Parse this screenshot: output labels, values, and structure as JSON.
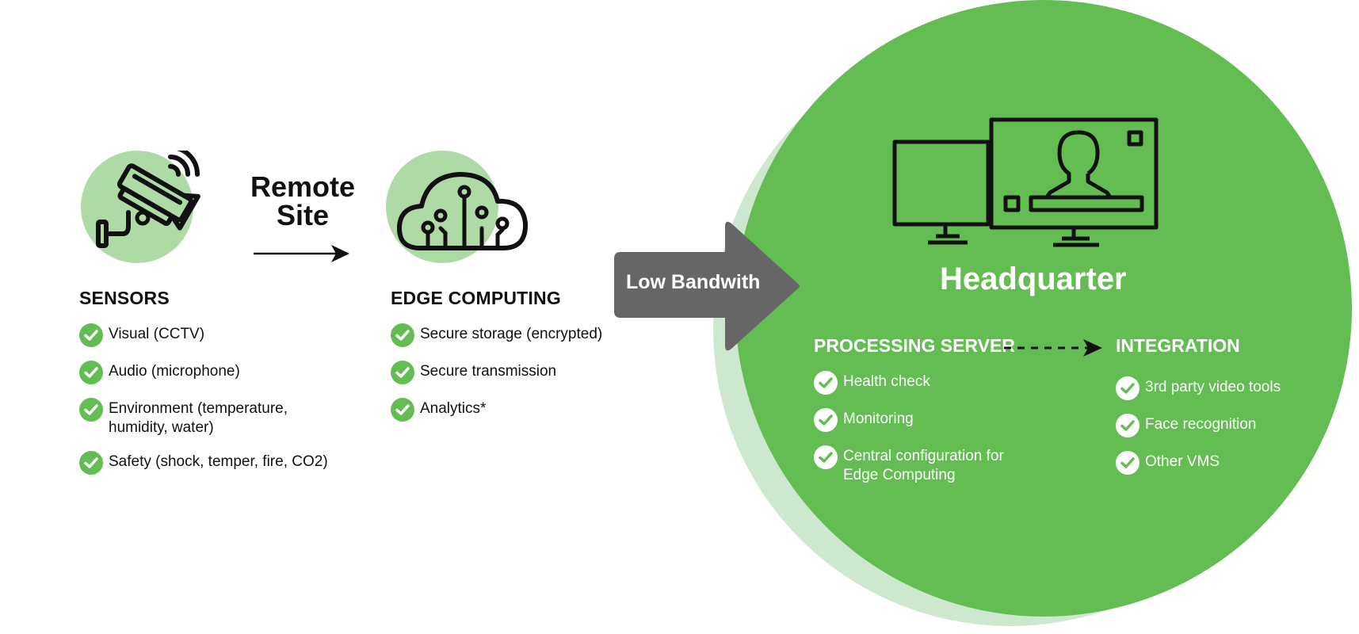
{
  "remote_site": {
    "title_line1": "Remote",
    "title_line2": "Site"
  },
  "sensors": {
    "icon": "security-camera-icon",
    "title": "SENSORS",
    "items": [
      "Visual (CCTV)",
      "Audio (microphone)",
      "Environment (temperature, humidity, water)",
      "Safety (shock, temper, fire, CO2)"
    ]
  },
  "edge_computing": {
    "icon": "cloud-circuit-icon",
    "title": "EDGE COMPUTING",
    "items": [
      "Secure storage (encrypted)",
      "Secure transmission",
      "Analytics*"
    ]
  },
  "link": {
    "label": "Low Bandwith"
  },
  "headquarter": {
    "icon": "monitors-icon",
    "title": "Headquarter",
    "processing_server": {
      "title": "PROCESSING SERVER",
      "items": [
        "Health check",
        "Monitoring",
        "Central configuration for Edge Computing"
      ]
    },
    "integration": {
      "title": "INTEGRATION",
      "items": [
        "3rd party video tools",
        "Face recognition",
        "Other VMS"
      ]
    }
  },
  "colors": {
    "green": "#63bd53",
    "light_green": "#aedba5",
    "pale_green": "#cde8cf",
    "arrow_gray": "#666666",
    "ink": "#111111"
  }
}
